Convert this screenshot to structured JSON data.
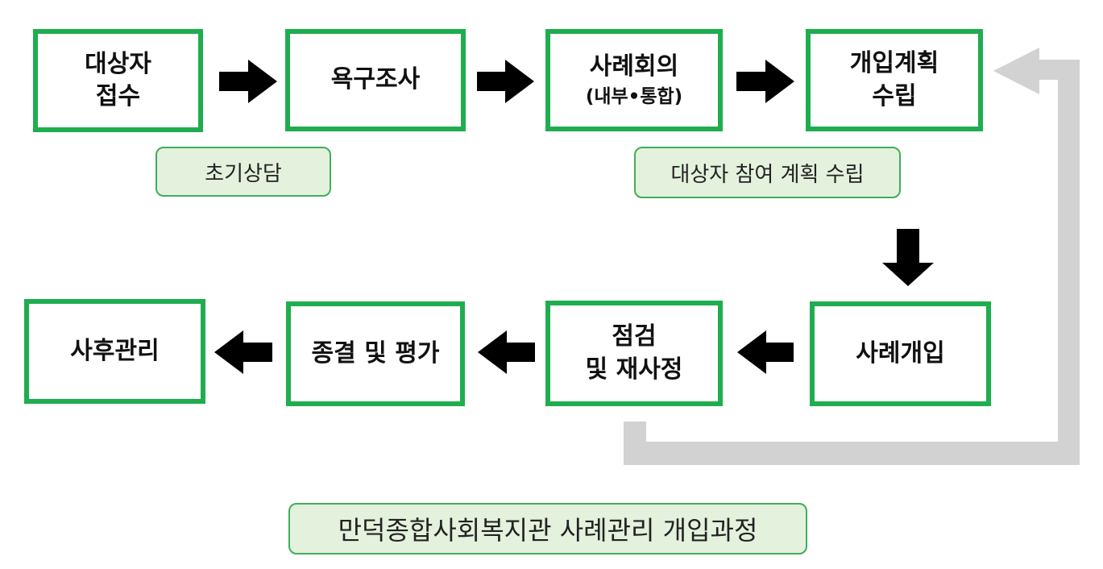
{
  "steps": {
    "s1": {
      "line1": "대상자",
      "line2": "접수"
    },
    "s2": {
      "line1": "욕구조사"
    },
    "s3": {
      "line1": "사례회의",
      "line2": "(내부•통합)"
    },
    "s4": {
      "line1": "개입계획",
      "line2": "수립"
    },
    "s5": {
      "line1": "사례개입"
    },
    "s6": {
      "line1": "점검",
      "line2": "및 재사정"
    },
    "s7": {
      "line1": "종결 및 평가"
    },
    "s8": {
      "line1": "사후관리"
    }
  },
  "notes": {
    "initial_consult": "초기상담",
    "participatory_plan": "대상자 참여 계획 수립"
  },
  "caption": "만덕종합사회복지관 사례관리 개입과정",
  "colors": {
    "box_border": "#1fad4f",
    "note_fill": "#e4f1dd",
    "arrow": "#000000",
    "feedback_loop": "#d3d2d2"
  }
}
